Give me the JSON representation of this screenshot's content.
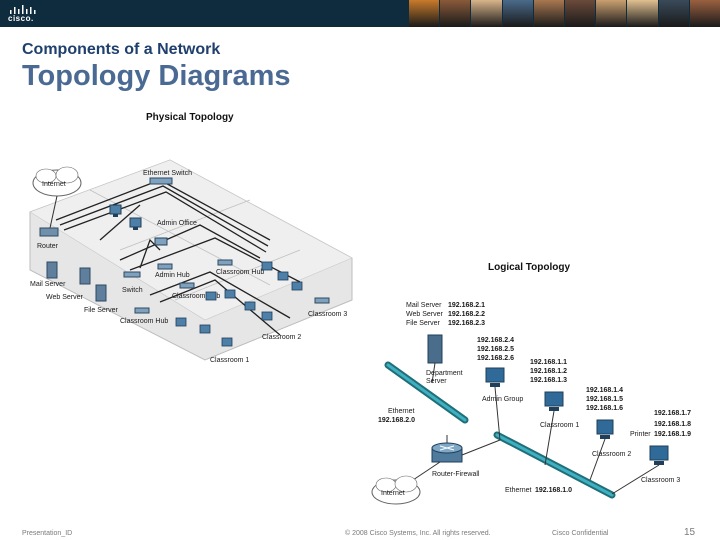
{
  "header": {
    "logo_text": "cisco.",
    "photo_colors": [
      "#c97a2b",
      "#8a5a3a",
      "#d8b48a",
      "#4a6a8a",
      "#a87850",
      "#6a4a3a",
      "#c9a070",
      "#e0c090",
      "#3a4a5a",
      "#9a6040"
    ]
  },
  "slide": {
    "subtitle": "Components of a Network",
    "title": "Topology Diagrams"
  },
  "physical": {
    "heading": "Physical Topology",
    "labels": {
      "internet": "Internet",
      "ethernet_switch": "Ethernet Switch",
      "admin_office": "Admin Office",
      "router": "Router",
      "mail_server": "Mail Server",
      "web_server": "Web Server",
      "file_server": "File Server",
      "admin_hub": "Admin Hub",
      "switch": "Switch",
      "classroom_hub_a": "Classroom Hub",
      "classroom_hub_b": "Classroom Hub",
      "classroom_hub_c": "Classroom Hub",
      "classroom_3": "Classroom 3",
      "classroom_2": "Classroom 2",
      "classroom_1": "Classroom 1"
    }
  },
  "logical": {
    "heading": "Logical Topology",
    "servers": [
      {
        "name": "Mail Server",
        "ip": "192.168.2.1"
      },
      {
        "name": "Web Server",
        "ip": "192.168.2.2"
      },
      {
        "name": "File Server",
        "ip": "192.168.2.3"
      }
    ],
    "dept_ips": [
      "192.168.2.4",
      "192.168.2.5",
      "192.168.2.6"
    ],
    "dept_label_1": "Department",
    "dept_label_2": "Server",
    "admin_ips": [
      "192.168.1.1",
      "192.168.1.2",
      "192.168.1.3"
    ],
    "admin_label": "Admin Group",
    "class1_ips": [
      "192.168.1.4",
      "192.168.1.5",
      "192.168.1.6"
    ],
    "class1_label": "Classroom 1",
    "class2_ips": [
      "192.168.1.7",
      "192.168.1.8",
      "192.168.1.9"
    ],
    "printer_label": "Printer",
    "class2_label": "Classroom 2",
    "class3_label": "Classroom 3",
    "ethernet_label": "Ethernet",
    "ethernet_ip": "192.168.2.0",
    "router_firewall": "Router-Firewall",
    "internet": "Internet",
    "ethernet_bottom_label": "Ethernet",
    "ethernet_bottom_ip": "192.168.1.0"
  },
  "footer": {
    "left": "Presentation_ID",
    "center": "© 2008 Cisco Systems, Inc. All rights reserved.",
    "right": "Cisco Confidential",
    "page": "15"
  }
}
